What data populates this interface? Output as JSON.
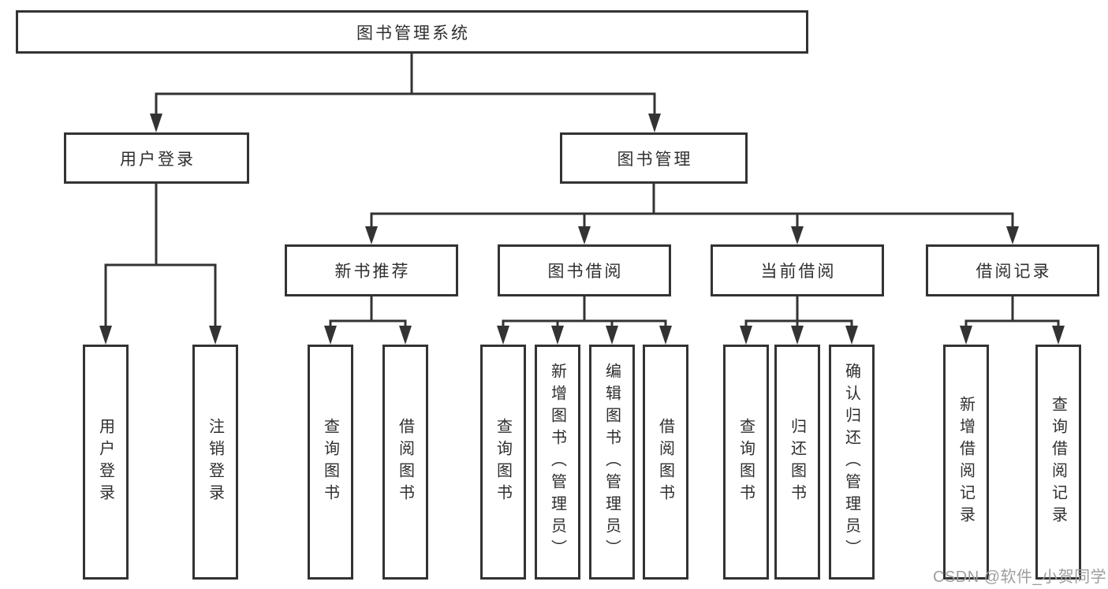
{
  "diagram": {
    "root": {
      "label": "图书管理系统"
    },
    "level2": [
      {
        "label": "用户登录"
      },
      {
        "label": "图书管理"
      }
    ],
    "level3": [
      {
        "label": "新书推荐"
      },
      {
        "label": "图书借阅"
      },
      {
        "label": "当前借阅"
      },
      {
        "label": "借阅记录"
      }
    ],
    "leaves": {
      "user_login": [
        {
          "label": "用户登录"
        },
        {
          "label": "注销登录"
        }
      ],
      "new_book": [
        {
          "label": "查询图书"
        },
        {
          "label": "借阅图书"
        }
      ],
      "book_borrow": [
        {
          "label": "查询图书"
        },
        {
          "label": "新增图书（管理员）"
        },
        {
          "label": "编辑图书（管理员）"
        },
        {
          "label": "借阅图书"
        }
      ],
      "current_borrow": [
        {
          "label": "查询图书"
        },
        {
          "label": "归还图书"
        },
        {
          "label": "确认归还（管理员）"
        }
      ],
      "borrow_records": [
        {
          "label": "新增借阅记录"
        },
        {
          "label": "查询借阅记录"
        }
      ]
    },
    "watermark": "CSDN @软件_小贺同学",
    "colors": {
      "line": "#333333",
      "box_border": "#333333",
      "text": "#2f2f2f",
      "watermark_text": "#9e9e9e",
      "background": "#ffffff"
    }
  }
}
